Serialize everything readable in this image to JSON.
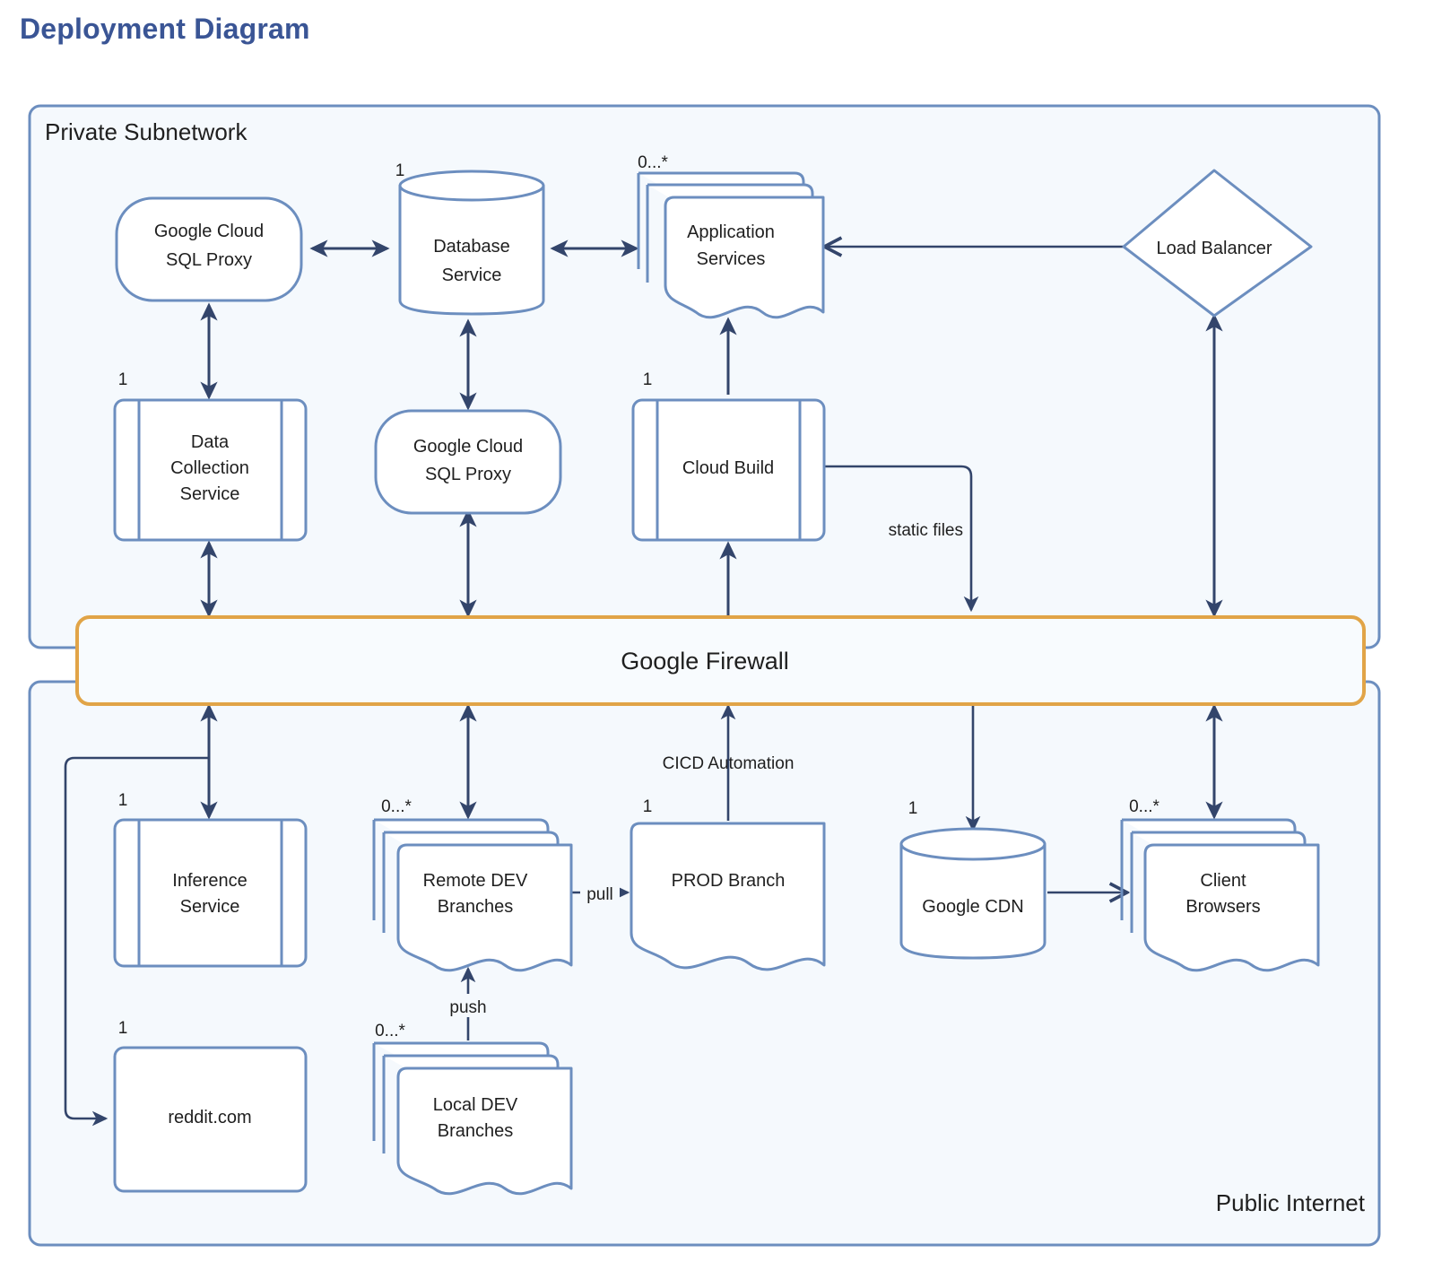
{
  "page": {
    "title": "Deployment Diagram",
    "title_color": "#3a5595",
    "background": "#ffffff"
  },
  "palette": {
    "node_stroke": "#6c8ebf",
    "node_fill": "#ffffff",
    "zone_fill": "#f5f9fd",
    "zone_stroke": "#6c8ebf",
    "firewall_stroke": "#e1a447",
    "edge_stroke": "#33456b",
    "text": "#1f1f1f"
  },
  "zones": [
    {
      "id": "private-subnetwork",
      "label": "Private Subnetwork",
      "label_align": "left"
    },
    {
      "id": "public-internet",
      "label": "Public Internet",
      "label_align": "right"
    }
  ],
  "firewall": {
    "id": "google-firewall",
    "label": "Google Firewall"
  },
  "nodes": [
    {
      "id": "google-cloud-sql-proxy-top",
      "label": "Google Cloud\nSQL Proxy",
      "line1": "Google Cloud",
      "line2": "SQL Proxy",
      "shape": "rounded-rect",
      "multiplicity": "",
      "zone": "private-subnetwork"
    },
    {
      "id": "database-service",
      "label": "Database\nService",
      "line1": "Database",
      "line2": "Service",
      "shape": "cylinder",
      "multiplicity": "1",
      "zone": "private-subnetwork"
    },
    {
      "id": "application-services",
      "label": "Application\nServices",
      "line1": "Application",
      "line2": "Services",
      "shape": "stacked-document",
      "multiplicity": "0...*",
      "zone": "private-subnetwork"
    },
    {
      "id": "load-balancer",
      "label": "Load Balancer",
      "line1": "Load Balancer",
      "line2": "",
      "shape": "diamond",
      "multiplicity": "",
      "zone": "private-subnetwork"
    },
    {
      "id": "data-collection-service",
      "label": "Data\nCollection\nService",
      "line1": "Data",
      "line2": "Collection",
      "line3": "Service",
      "shape": "node-component",
      "multiplicity": "1",
      "zone": "private-subnetwork"
    },
    {
      "id": "google-cloud-sql-proxy-bottom",
      "label": "Google Cloud\nSQL Proxy",
      "line1": "Google Cloud",
      "line2": "SQL Proxy",
      "shape": "rounded-rect",
      "multiplicity": "",
      "zone": "private-subnetwork"
    },
    {
      "id": "cloud-build",
      "label": "Cloud Build",
      "line1": "Cloud Build",
      "line2": "",
      "shape": "node-component",
      "multiplicity": "1",
      "zone": "private-subnetwork"
    },
    {
      "id": "inference-service",
      "label": "Inference\nService",
      "line1": "Inference",
      "line2": "Service",
      "shape": "node-component",
      "multiplicity": "1",
      "zone": "public-internet"
    },
    {
      "id": "reddit-com",
      "label": "reddit.com",
      "line1": "reddit.com",
      "line2": "",
      "shape": "rect",
      "multiplicity": "1",
      "zone": "public-internet"
    },
    {
      "id": "remote-dev-branches",
      "label": "Remote DEV\nBranches",
      "line1": "Remote DEV",
      "line2": "Branches",
      "shape": "stacked-document",
      "multiplicity": "0...*",
      "zone": "public-internet"
    },
    {
      "id": "local-dev-branches",
      "label": "Local DEV\nBranches",
      "line1": "Local DEV",
      "line2": "Branches",
      "shape": "stacked-document",
      "multiplicity": "0...*",
      "zone": "public-internet"
    },
    {
      "id": "prod-branch",
      "label": "PROD Branch",
      "line1": "PROD Branch",
      "line2": "",
      "shape": "document",
      "multiplicity": "1",
      "zone": "public-internet"
    },
    {
      "id": "google-cdn",
      "label": "Google CDN",
      "line1": "Google CDN",
      "line2": "",
      "shape": "cylinder",
      "multiplicity": "1",
      "zone": "public-internet"
    },
    {
      "id": "client-browsers",
      "label": "Client\nBrowsers",
      "line1": "Client",
      "line2": "Browsers",
      "shape": "stacked-document",
      "multiplicity": "0...*",
      "zone": "public-internet"
    }
  ],
  "edges": [
    {
      "id": "sqlproxytop-database",
      "from": "google-cloud-sql-proxy-top",
      "to": "database-service",
      "label": "",
      "arrows": "both"
    },
    {
      "id": "database-appservices",
      "from": "database-service",
      "to": "application-services",
      "label": "",
      "arrows": "both"
    },
    {
      "id": "appservices-loadbalancer",
      "from": "application-services",
      "to": "load-balancer",
      "label": "",
      "arrows": "open-left"
    },
    {
      "id": "datacollection-sqlproxytop",
      "from": "data-collection-service",
      "to": "google-cloud-sql-proxy-top",
      "label": "",
      "arrows": "both"
    },
    {
      "id": "sqlproxybottom-database",
      "from": "google-cloud-sql-proxy-bottom",
      "to": "database-service",
      "label": "",
      "arrows": "both"
    },
    {
      "id": "cloudbuild-appservices",
      "from": "cloud-build",
      "to": "application-services",
      "label": "",
      "arrows": "to"
    },
    {
      "id": "cloudbuild-firewall-static",
      "from": "cloud-build",
      "to": "google-firewall",
      "label": "static files",
      "arrows": "to"
    },
    {
      "id": "datacollection-firewall",
      "from": "data-collection-service",
      "to": "google-firewall",
      "label": "",
      "arrows": "both"
    },
    {
      "id": "sqlproxybottom-firewall",
      "from": "google-cloud-sql-proxy-bottom",
      "to": "google-firewall",
      "label": "",
      "arrows": "both"
    },
    {
      "id": "firewall-cloudbuild",
      "from": "google-firewall",
      "to": "cloud-build",
      "label": "",
      "arrows": "to"
    },
    {
      "id": "loadbalancer-firewall",
      "from": "load-balancer",
      "to": "google-firewall",
      "label": "",
      "arrows": "both"
    },
    {
      "id": "firewall-inference",
      "from": "google-firewall",
      "to": "inference-service",
      "label": "",
      "arrows": "both"
    },
    {
      "id": "inference-reddit",
      "from": "inference-service",
      "to": "reddit-com",
      "label": "",
      "arrows": "to"
    },
    {
      "id": "firewall-remotedev",
      "from": "google-firewall",
      "to": "remote-dev-branches",
      "label": "",
      "arrows": "both"
    },
    {
      "id": "prodbranch-firewall-cicd",
      "from": "prod-branch",
      "to": "google-firewall",
      "label": "CICD Automation",
      "arrows": "to"
    },
    {
      "id": "remotedev-prodbranch",
      "from": "remote-dev-branches",
      "to": "prod-branch",
      "label": "pull",
      "arrows": "to"
    },
    {
      "id": "localdev-remotedev",
      "from": "local-dev-branches",
      "to": "remote-dev-branches",
      "label": "push",
      "arrows": "to"
    },
    {
      "id": "firewall-googlecdn",
      "from": "google-firewall",
      "to": "google-cdn",
      "label": "",
      "arrows": "to"
    },
    {
      "id": "clientbrowsers-googlecdn",
      "from": "client-browsers",
      "to": "google-cdn",
      "label": "",
      "arrows": "open-right"
    },
    {
      "id": "firewall-clientbrowsers",
      "from": "google-firewall",
      "to": "client-browsers",
      "label": "",
      "arrows": "both"
    }
  ]
}
